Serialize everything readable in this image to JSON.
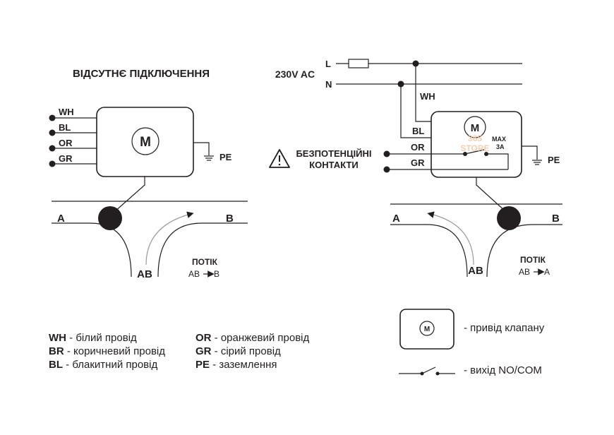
{
  "left": {
    "title": "ВІДСУТНЄ ПІДКЛЮЧЕННЯ",
    "wires": [
      "WH",
      "BL",
      "OR",
      "GR"
    ],
    "motor_label": "M",
    "pe_label": "PE",
    "port_a": "A",
    "port_b": "B",
    "port_ab": "AB",
    "flow_title": "ПОТІК",
    "flow_text": "AB",
    "flow_target": "B"
  },
  "right": {
    "supply_label": "230V AC",
    "line_l": "L",
    "line_n": "N",
    "wire_wh": "WH",
    "wire_bl": "BL",
    "wire_or": "OR",
    "wire_gr": "GR",
    "motor_label": "M",
    "max_label": "MAX",
    "amp_label": "3A",
    "pe_label": "PE",
    "contacts_line1": "БЕЗПОТЕНЦІЙНІ",
    "contacts_line2": "КОНТАКТИ",
    "port_a": "A",
    "port_b": "B",
    "port_ab": "AB",
    "flow_title": "ПОТІК",
    "flow_text": "AB",
    "flow_target": "A"
  },
  "watermark": {
    "line1": "365",
    "line2": "STORE"
  },
  "legend": {
    "items": [
      {
        "code": "WH",
        "text": " - білий провід"
      },
      {
        "code": "BR",
        "text": " - коричневий провід"
      },
      {
        "code": "BL",
        "text": " - блакитний провід"
      },
      {
        "code": "OR",
        "text": " - оранжевий провід"
      },
      {
        "code": "GR",
        "text": " - сірий провід"
      },
      {
        "code": "PE",
        "text": " - заземлення"
      }
    ],
    "actuator_symbol": "M",
    "actuator_text": "- привід клапану",
    "output_text": "- вихід NO/COM"
  }
}
